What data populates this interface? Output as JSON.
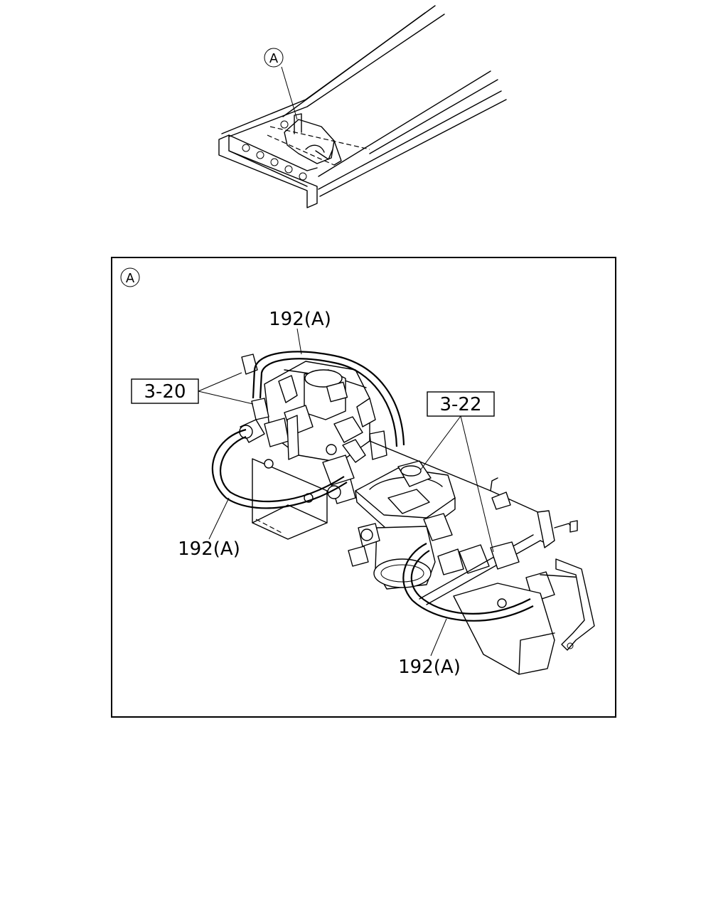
{
  "callouts": {
    "overview_marker": "A",
    "detail_marker": "A",
    "ref_3_20": "3-20",
    "ref_3_22": "3-22",
    "part_192_top": "192(A)",
    "part_192_left": "192(A)",
    "part_192_bottom": "192(A)"
  }
}
